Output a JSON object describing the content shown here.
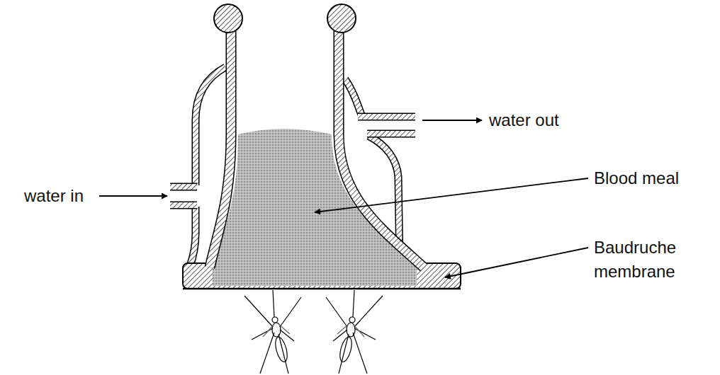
{
  "diagram": {
    "labels": [
      "water out",
      "Blood meal",
      "water in",
      "Baudruche membrane"
    ]
  }
}
